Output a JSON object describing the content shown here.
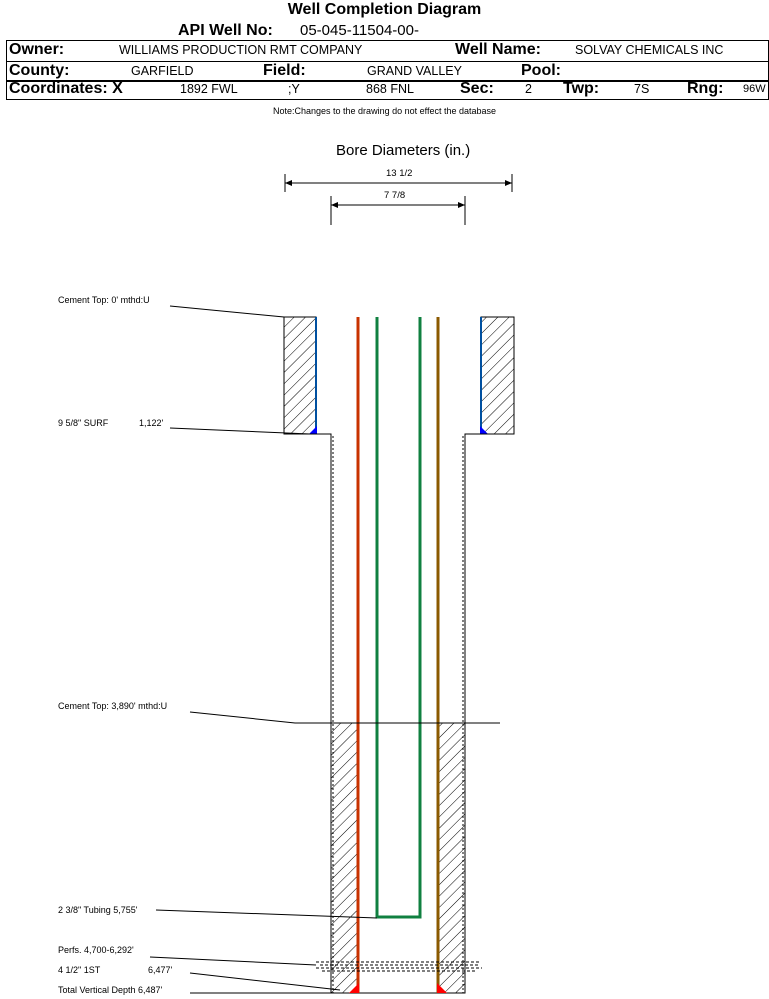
{
  "header": {
    "title": "Well Completion Diagram",
    "api_label": "API Well No:",
    "api_value": "05-045-11504-00-",
    "owner_label": "Owner:",
    "owner_value": "WILLIAMS PRODUCTION RMT COMPANY",
    "well_name_label": "Well Name:",
    "well_name_value": "SOLVAY CHEMICALS INC",
    "county_label": "County:",
    "county_value": "GARFIELD",
    "field_label": "Field:",
    "field_value": "GRAND VALLEY",
    "pool_label": "Pool:",
    "pool_value": "",
    "coord_x_label": "Coordinates: X",
    "coord_x_value": "1892 FWL",
    "coord_y_label": ";Y",
    "coord_y_value": "868 FNL",
    "sec_label": "Sec:",
    "sec_value": "2",
    "twp_label": "Twp:",
    "twp_value": "7S",
    "rng_label": "Rng:",
    "rng_value": "96W"
  },
  "note": "Note:Changes to the drawing do not effect the database",
  "diagram": {
    "bore_title": "Bore Diameters (in.)",
    "bore_diameters": [
      "13 1/2",
      "7 7/8"
    ],
    "labels": {
      "cement_top_1": "Cement Top: 0' mthd:U",
      "surface_casing": "9 5/8\" SURF",
      "surface_depth": "1,122'",
      "cement_top_2": "Cement Top: 3,890' mthd:U",
      "tubing": "2 3/8\" Tubing 5,755'",
      "perfs": "Perfs. 4,700-6,292'",
      "production_casing": "4 1/2\" 1ST",
      "production_depth": "6,477'",
      "tvd": "Total Vertical Depth 6,487'"
    },
    "colors": {
      "surface_casing": "#0050a0",
      "production_casing": "#c83200",
      "tubing": "#108040",
      "outer_tubing": "#8b5a00",
      "shoe": "#0000ff",
      "shoe_prod": "#ff0000"
    }
  }
}
